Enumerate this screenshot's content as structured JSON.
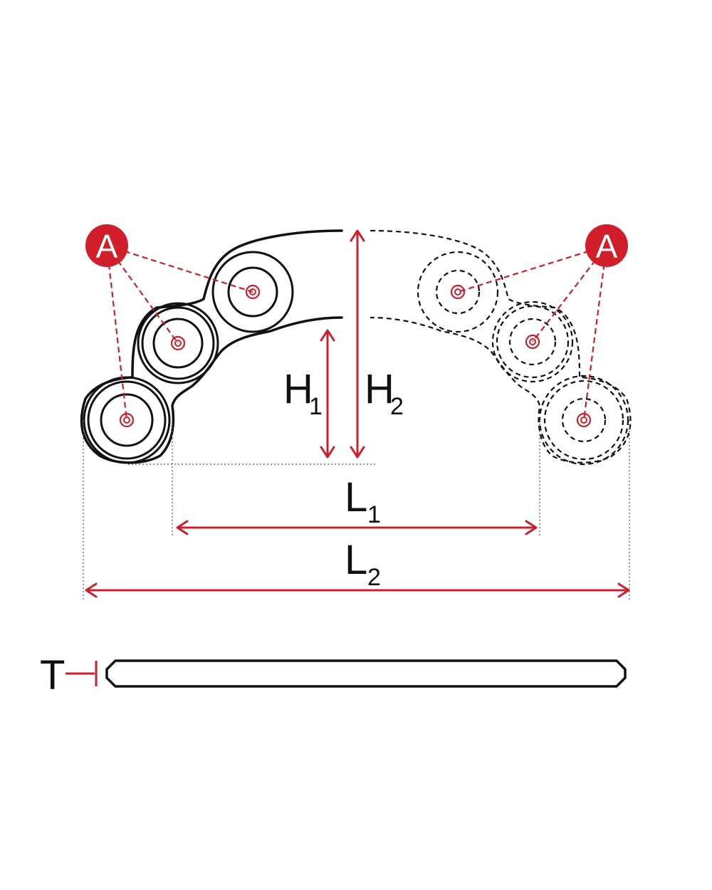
{
  "labels": {
    "callout_letter": "A",
    "h1_main": "H",
    "h1_sub": "1",
    "h2_main": "H",
    "h2_sub": "2",
    "l1_main": "L",
    "l1_sub": "1",
    "l2_main": "L",
    "l2_sub": "2",
    "thickness": "T"
  },
  "colors": {
    "accent_red": "#d01f2b",
    "outline": "#111111"
  }
}
